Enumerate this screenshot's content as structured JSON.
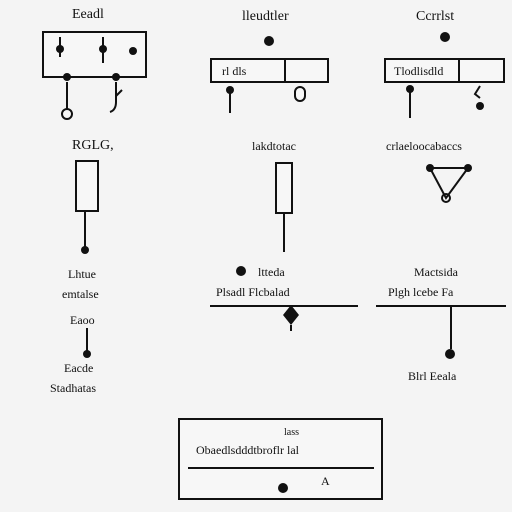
{
  "diagram": {
    "top_left": {
      "title": "Eeadl"
    },
    "top_middle": {
      "title": "lleudtler",
      "box_label": "rl dls"
    },
    "top_right": {
      "title": "Ccrrlst",
      "box_label": "Tlodlisdld"
    },
    "mid_left": {
      "title": "RGLG,",
      "line1": "Lhtue",
      "line2": "emtalse",
      "line3": "Eaoo",
      "line4": "Eacde",
      "line5": "Stadhatas"
    },
    "mid_middle": {
      "title": "lakdtotac",
      "line1": "ltteda",
      "line2": "Plsadl Flcbalad"
    },
    "mid_right": {
      "title": "crlaeloocabaccs",
      "line1": "Mactsida",
      "line2": "Plgh lcebe Fa",
      "footer": "Blrl Eeala"
    },
    "bottom_box": {
      "header": "lass",
      "caption": "Obaedlsdddtbroflr lal",
      "value": "A"
    }
  }
}
